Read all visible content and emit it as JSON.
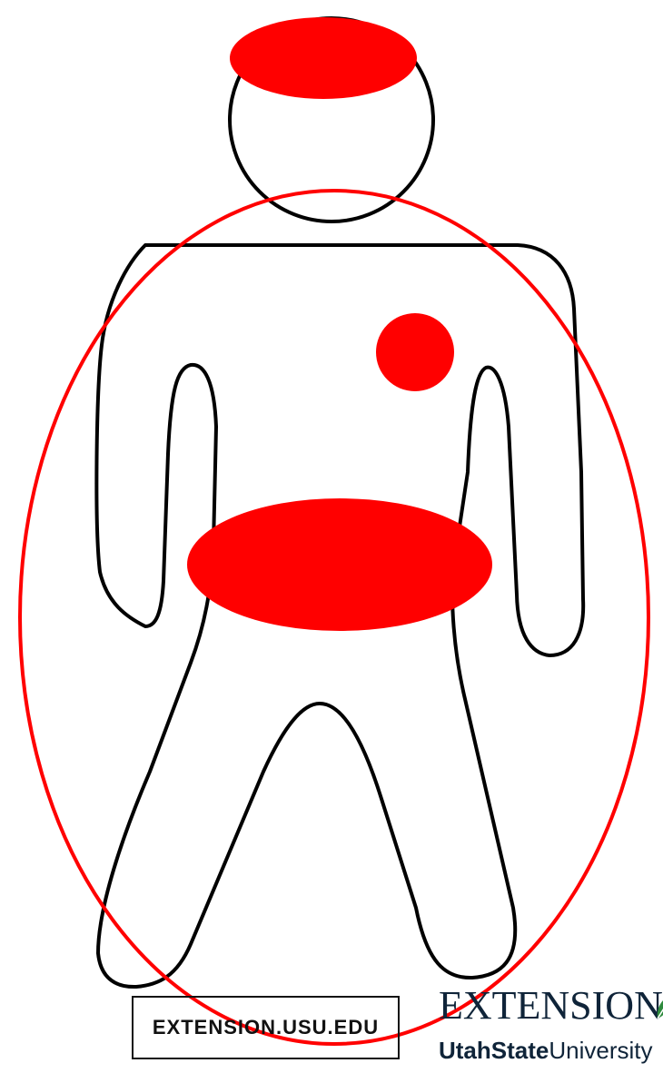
{
  "diagram": {
    "highlight_color": "#ff0000",
    "outline_color": "#000000"
  },
  "footer": {
    "website": "EXTENSION.USU.EDU",
    "logo_top": "EXTENSION",
    "logo_bottom_bold": "UtahState",
    "logo_bottom_regular": "University",
    "logo_color": "#0f2439",
    "logo_accent": "#2e8b3d"
  }
}
